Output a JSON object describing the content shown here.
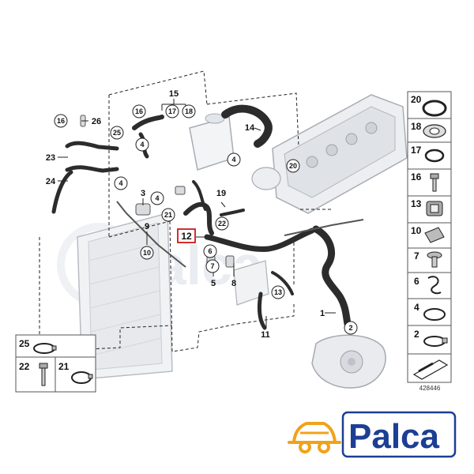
{
  "diagram": {
    "main_labels": [
      "15",
      "16",
      "17",
      "18",
      "26",
      "16",
      "25",
      "4",
      "14",
      "23",
      "24",
      "4",
      "20",
      "3",
      "19",
      "4",
      "21",
      "22",
      "12",
      "9",
      "10",
      "6",
      "7",
      "5",
      "8",
      "13",
      "1",
      "11",
      "2"
    ],
    "side_panel": [
      "20",
      "18",
      "17",
      "16",
      "13",
      "10",
      "7",
      "6",
      "4",
      "2"
    ],
    "bottom_left": [
      "25",
      "22",
      "21"
    ],
    "diagram_number": "428446"
  },
  "brand": {
    "logo_text": "Palca",
    "watermark_text": "Palca",
    "colors": {
      "logo_blue": "#1c3f94",
      "logo_orange": "#f0a21c",
      "highlight_red": "#d01818"
    }
  }
}
